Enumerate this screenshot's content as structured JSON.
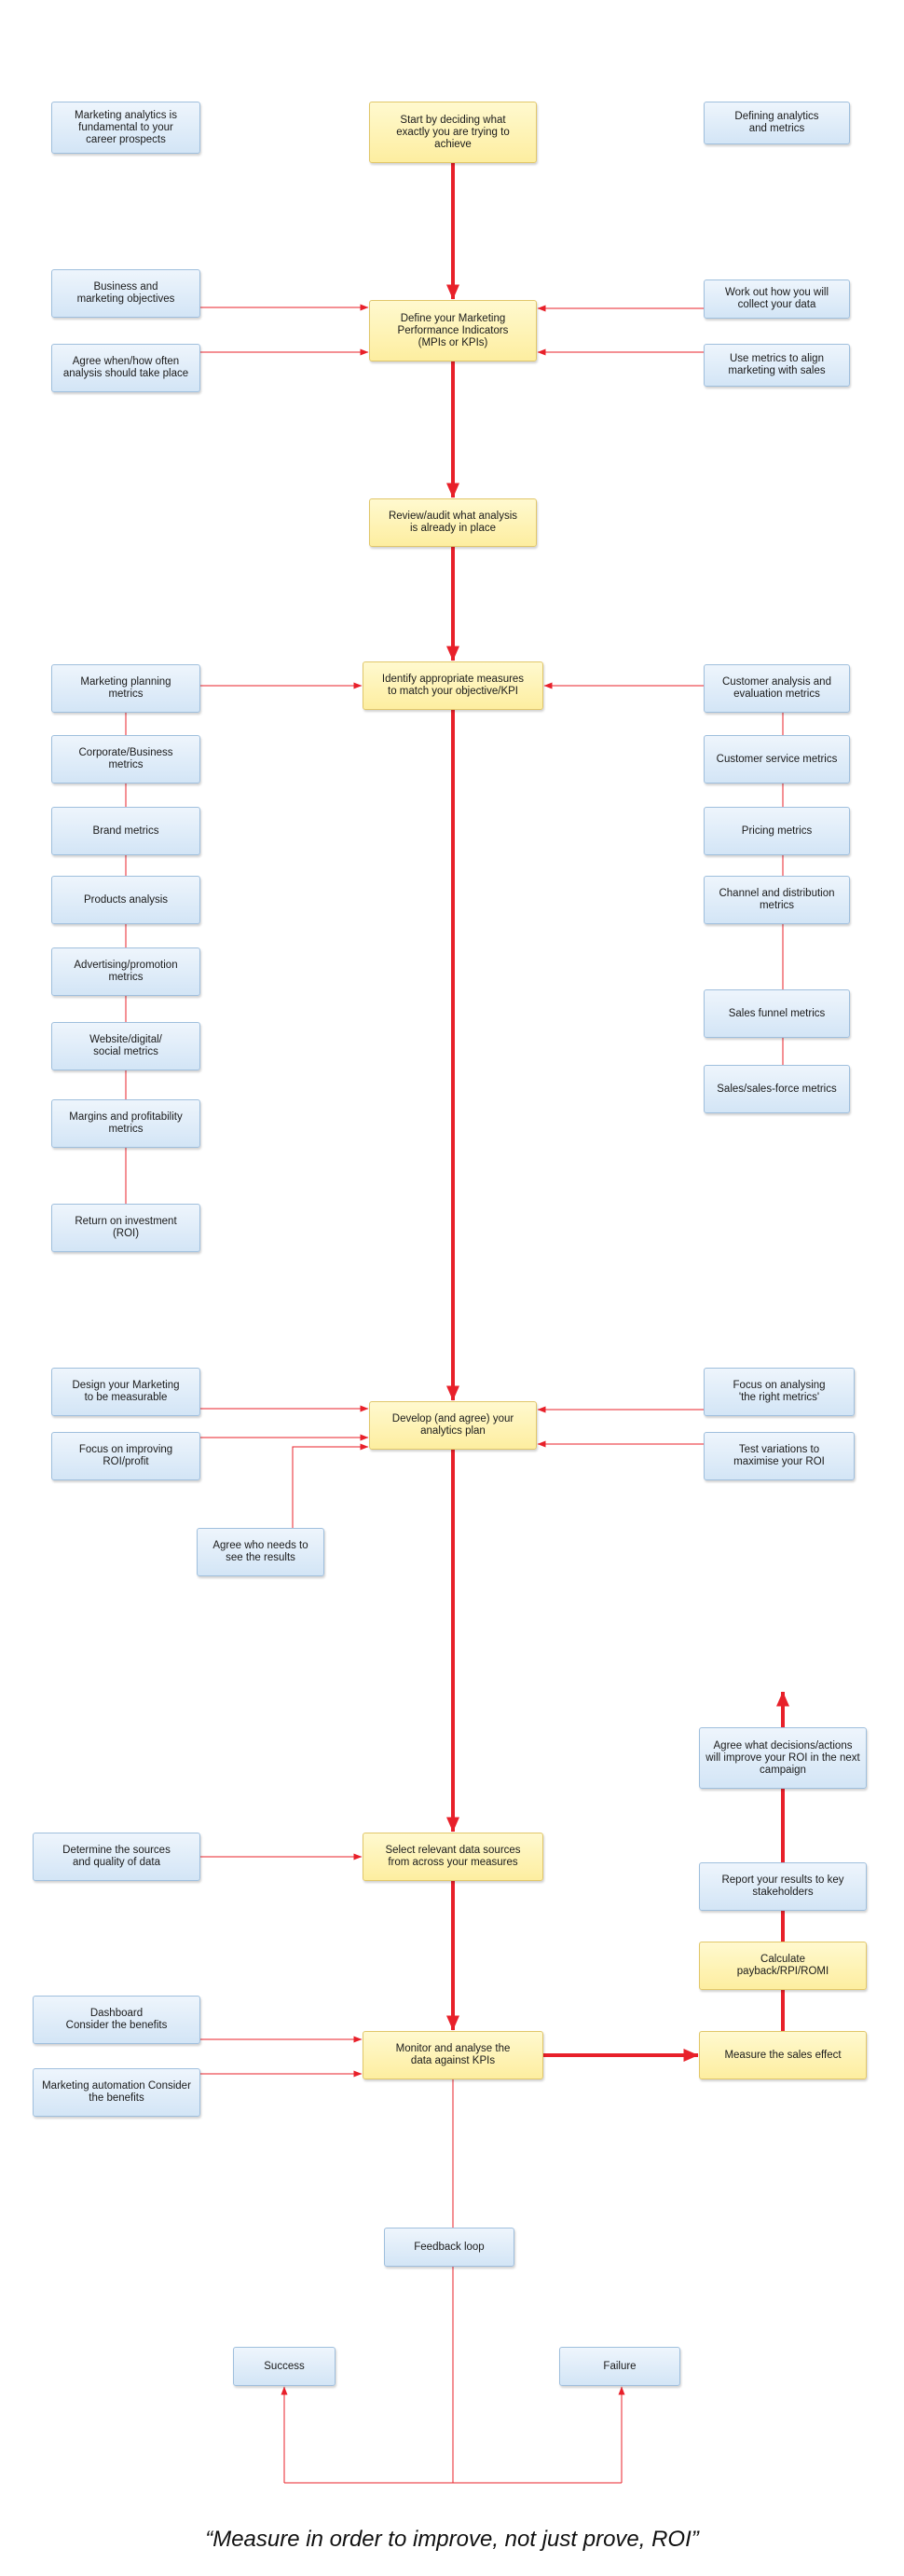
{
  "colors": {
    "arrow": "#e8202a",
    "box_blue": "#dbe9f7",
    "box_yellow": "#fdf0a8"
  },
  "nodes": {
    "start": "Start by deciding what\nexactly you are trying to\nachieve",
    "define_kpi": "Define your Marketing\nPerformance Indicators\n(MPIs or KPIs)",
    "review": "Review/audit what analysis\nis already in place",
    "identify": "Identify appropriate measures\nto match your objective/KPI",
    "develop": "Develop (and agree) your\nanalytics plan",
    "select_sources": "Select relevant data sources\nfrom across your measures",
    "monitor": "Monitor and analyse the\ndata against KPIs",
    "measure_sales": "Measure the sales effect",
    "calculate": "Calculate\npayback/RPI/ROMI",
    "report": "Report your results to key\nstakeholders",
    "agree_decisions": "Agree what decisions/actions\nwill improve your ROI in the next\ncampaign",
    "feedback": "Feedback loop",
    "success": "Success",
    "failure": "Failure",
    "marketing_analytics": "Marketing analytics is\nfundamental to your\ncareer prospects",
    "defining_analytics": "Defining analytics\nand metrics",
    "business_objectives": "Business and\nmarketing objectives",
    "agree_when": "Agree when/how often\nanalysis should take place",
    "work_out": "Work out how you will\ncollect your data",
    "use_metrics": "Use metrics to align\nmarketing with sales",
    "marketing_planning": "Marketing planning\nmetrics",
    "corporate": "Corporate/Business\nmetrics",
    "brand": "Brand metrics",
    "products": "Products analysis",
    "advertising": "Advertising/promotion\nmetrics",
    "website": "Website/digital/\nsocial metrics",
    "margins": "Margins and profitability\nmetrics",
    "roi": "Return on investment\n(ROI)",
    "customer_analysis": "Customer analysis and\nevaluation metrics",
    "customer_service": "Customer service metrics",
    "pricing": "Pricing metrics",
    "channel": "Channel and distribution\nmetrics",
    "sales_funnel": "Sales funnel metrics",
    "sales_force": "Sales/sales-force metrics",
    "design_measurable": "Design your Marketing\nto be measurable",
    "focus_roi": "Focus on improving\nROI/profit",
    "focus_right": "Focus on analysing\n'the right metrics'",
    "test_variations": "Test variations to\nmaximise your ROI",
    "agree_who": "Agree who needs to\nsee the results",
    "determine_sources": "Determine the sources\nand quality of data",
    "dashboard": "Dashboard\nConsider the benefits",
    "automation": "Marketing automation Consider\nthe benefits"
  },
  "quote": "“Measure in order to improve, not just prove, ROI”"
}
